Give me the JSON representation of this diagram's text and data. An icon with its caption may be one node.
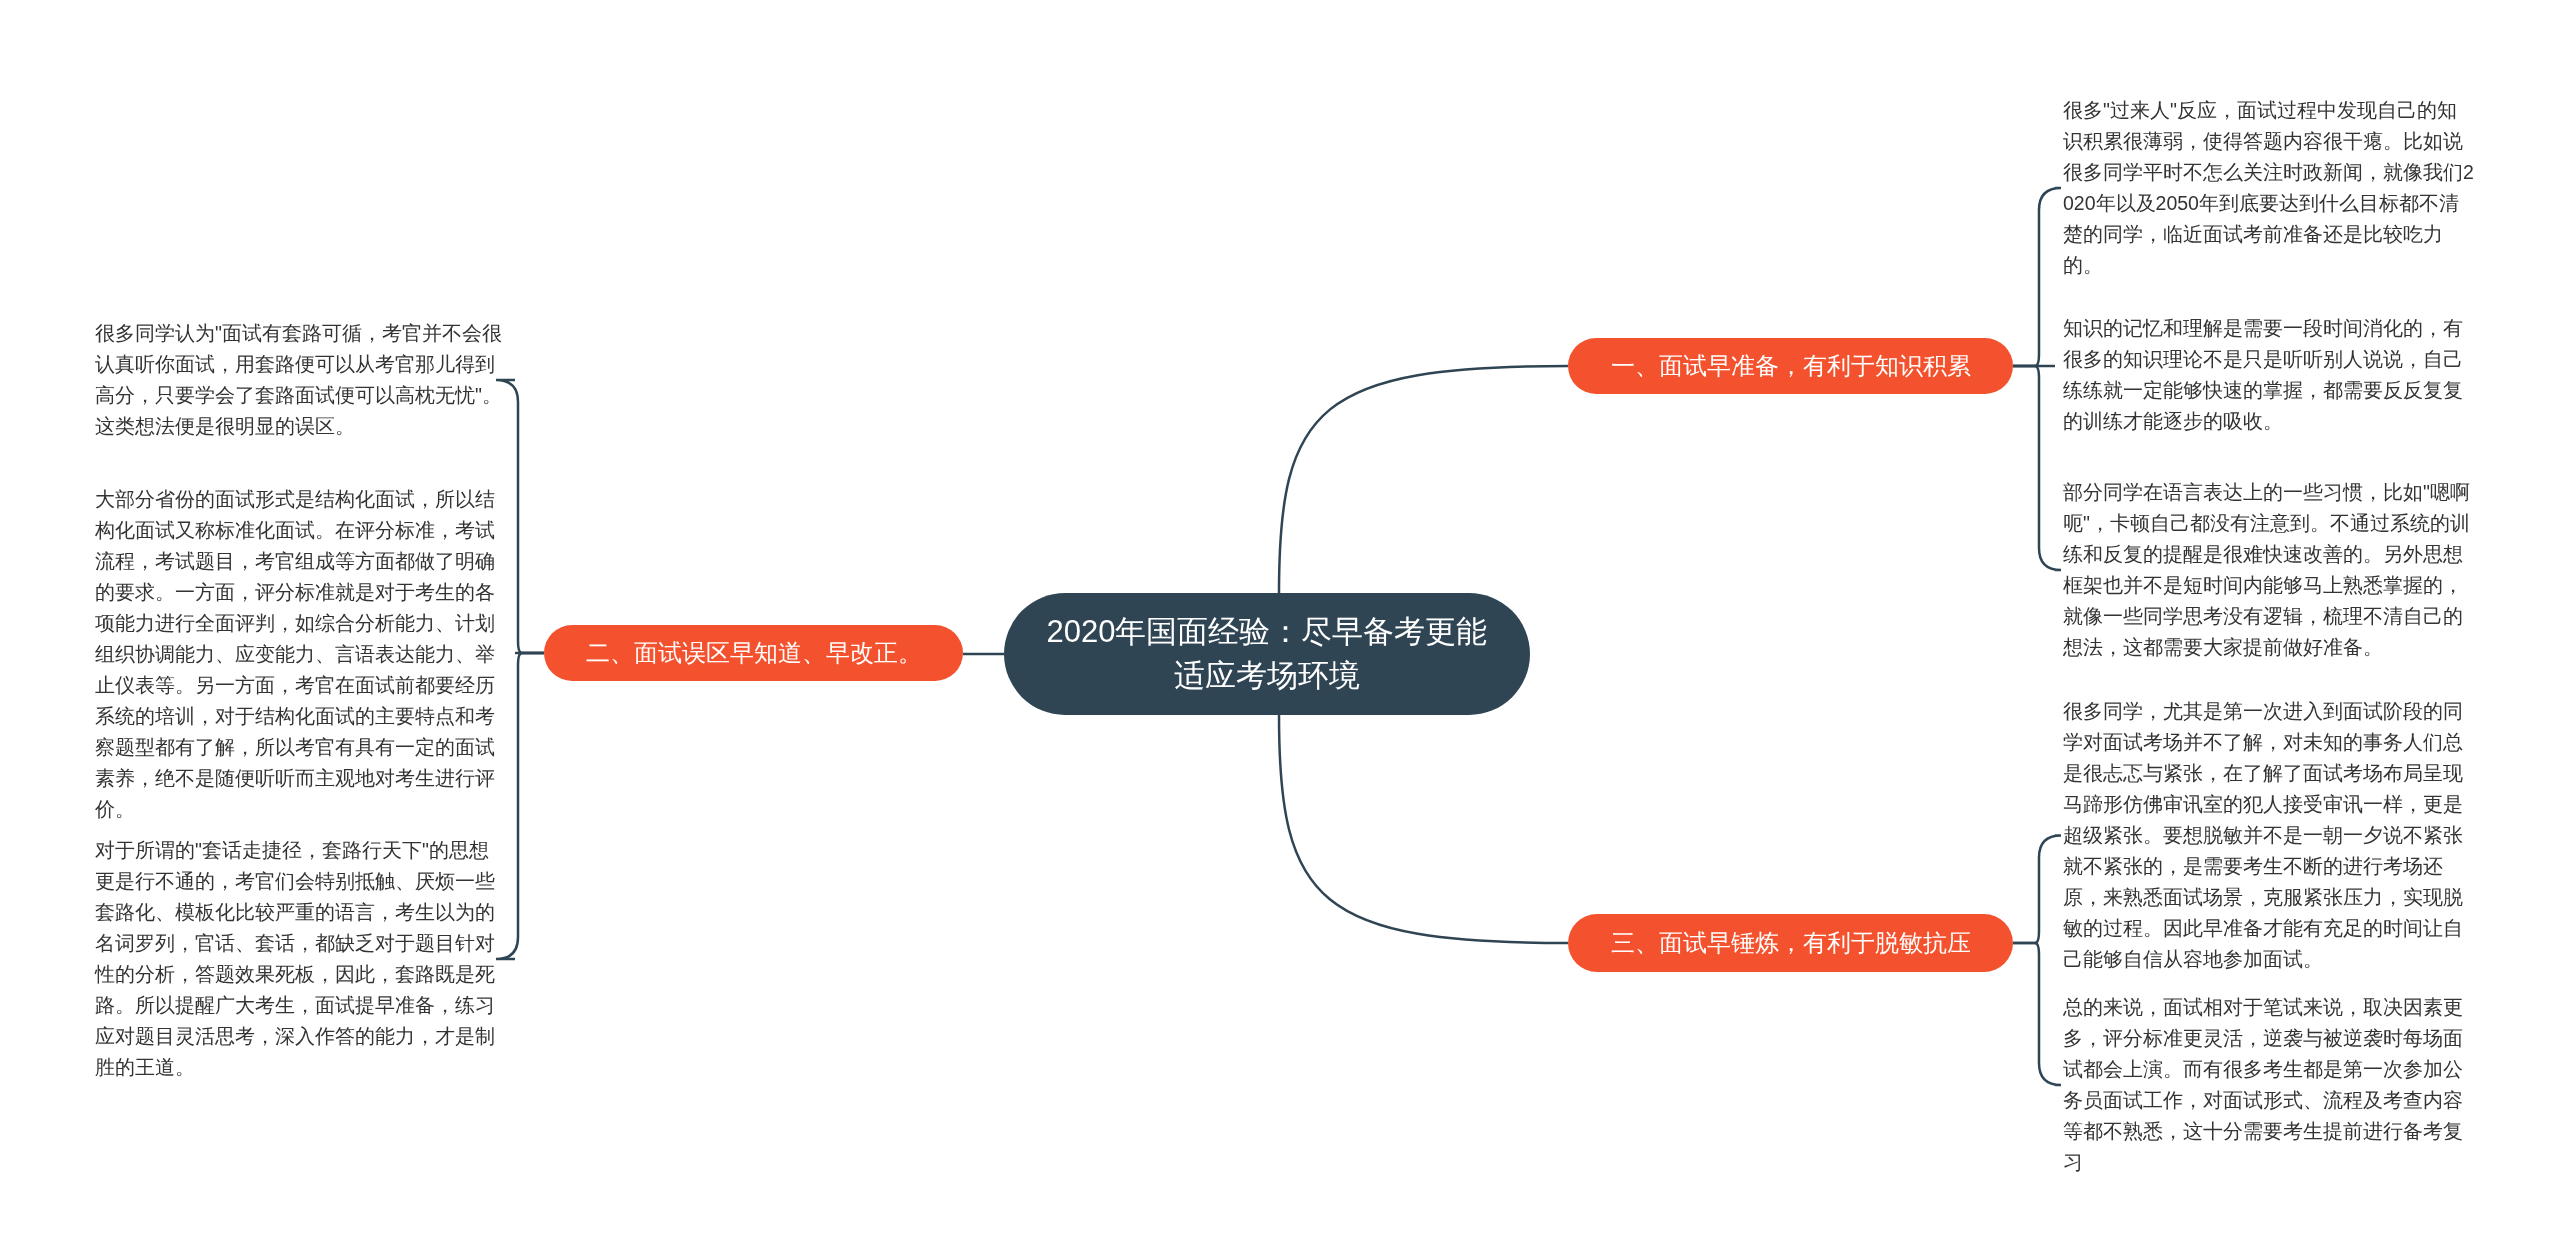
{
  "diagram": {
    "nodes": [
      {
        "text": [
          "2020年国面经验：尽早备考更能适应考场环境"
        ]
      },
      {
        "text": [
          "一、面试早准备，有利于知识积累"
        ]
      },
      {
        "text": [
          "很多\"过来人\"反应，面试过程中发现自己的知识积累很薄弱，使得答题内容很干瘪。比如说很多同学平时不怎么关注时政新闻，就像我们2020年以及2050年到底要达到什么目标都不清楚的同学，临近面试考前准备还是比较吃力的。"
        ]
      },
      {
        "text": [
          "知识的记忆和理解是需要一段时间消化的，有很多的知识理论不是只是听听别人说说，自己练练就一定能够快速的掌握，都需要反反复复的训练才能逐步的吸收。"
        ]
      },
      {
        "text": [
          "部分同学在语言表达上的一些习惯，比如\"嗯啊呃\"，卡顿自己都没有注意到。不通过系统的训练和反复的提醒是很难快速改善的。另外思想框架也并不是短时间内能够马上熟悉掌握的，就像一些同学思考没有逻辑，梳理不清自己的想法，这都需要大家提前做好准备。"
        ]
      },
      {
        "text": [
          "二、面试误区早知道、早改正。"
        ]
      },
      {
        "text": [
          "很多同学认为\"面试有套路可循，考官并不会很认真听你面试，用套路便可以从考官那儿得到高分，只要学会了套路面试便可以高枕无忧\"。这类想法便是很明显的误区。"
        ]
      },
      {
        "text": [
          "大部分省份的面试形式是结构化面试，所以结构化面试又称标准化面试。在评分标准，考试流程，考试题目，考官组成等方面都做了明确的要求。一方面，评分标准就是对于考生的各项能力进行全面评判，如综合分析能力、计划组织协调能力、应变能力、言语表达能力、举止仪表等。另一方面，考官在面试前都要经历系统的培训，对于结构化面试的主要特点和考察题型都有了解，所以考官有具有一定的面试素养，绝不是随便听听而主观地对考生进行评价。"
        ]
      },
      {
        "text": [
          "对于所谓的\"套话走捷径，套路行天下\"的思想更是行不通的，考官们会特别抵触、厌烦一些套路化、模板化比较严重的语言，考生以为的名词罗列，官话、套话，都缺乏对于题目针对性的分析，答题效果死板，因此，套路既是死路。所以提醒广大考生，面试提早准备，练习应对题目灵活思考，深入作答的能力，才是制胜的王道。"
        ]
      },
      {
        "text": [
          "三、面试早锤炼，有利于脱敏抗压"
        ]
      },
      {
        "text": [
          "很多同学，尤其是第一次进入到面试阶段的同学对面试考场并不了解，对未知的事务人们总是很忐忑与紧张，在了解了面试考场布局呈现马蹄形仿佛审讯室的犯人接受审讯一样，更是超级紧张。要想脱敏并不是一朝一夕说不紧张就不紧张的，是需要考生不断的进行考场还原，来熟悉面试场景，克服紧张压力，实现脱敏的过程。因此早准备才能有充足的时间让自己能够自信从容地参加面试。"
        ]
      },
      {
        "text": [
          "总的来说，面试相对于笔试来说，取决因素更多，评分标准更灵活，逆袭与被逆袭时每场面试都会上演。而有很多考生都是第一次参加公务员面试工作，对面试形式、流程及考查内容等都不熟悉，这十分需要考生提前进行备考复习"
        ]
      }
    ],
    "edges": [
      {
        "from": 0,
        "to": 1,
        "arrow": "none"
      },
      {
        "from": 1,
        "to": 2,
        "arrow": "none"
      },
      {
        "from": 1,
        "to": 3,
        "arrow": "none"
      },
      {
        "from": 1,
        "to": 4,
        "arrow": "none"
      },
      {
        "from": 0,
        "to": 5,
        "arrow": "none"
      },
      {
        "from": 5,
        "to": 6,
        "arrow": "none"
      },
      {
        "from": 5,
        "to": 7,
        "arrow": "none"
      },
      {
        "from": 5,
        "to": 8,
        "arrow": "none"
      },
      {
        "from": 0,
        "to": 9,
        "arrow": "none"
      },
      {
        "from": 9,
        "to": 10,
        "arrow": "none"
      },
      {
        "from": 9,
        "to": 11,
        "arrow": "none"
      }
    ]
  }
}
